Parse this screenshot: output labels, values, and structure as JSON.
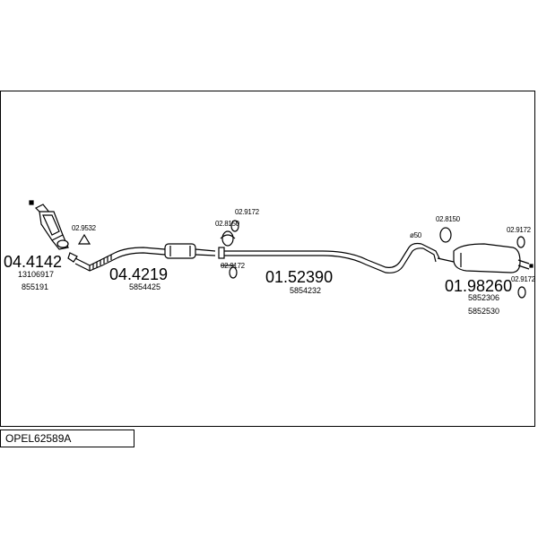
{
  "title": "OPEL62589A",
  "parts": [
    {
      "id": "04.4142",
      "refs": [
        "13106917",
        "855191"
      ]
    },
    {
      "id": "04.4219",
      "refs": [
        "5854425"
      ]
    },
    {
      "id": "01.52390",
      "refs": [
        "5854232"
      ]
    },
    {
      "id": "01.98260",
      "refs": [
        "5852306",
        "5852530"
      ]
    }
  ],
  "accessories": [
    "02.9532",
    "02.9172",
    "02.8150",
    "02.9172",
    "02.8150",
    "02.9172",
    "02.9172"
  ],
  "dimension": "ø50",
  "colors": {
    "line": "#000000",
    "background": "#ffffff"
  }
}
